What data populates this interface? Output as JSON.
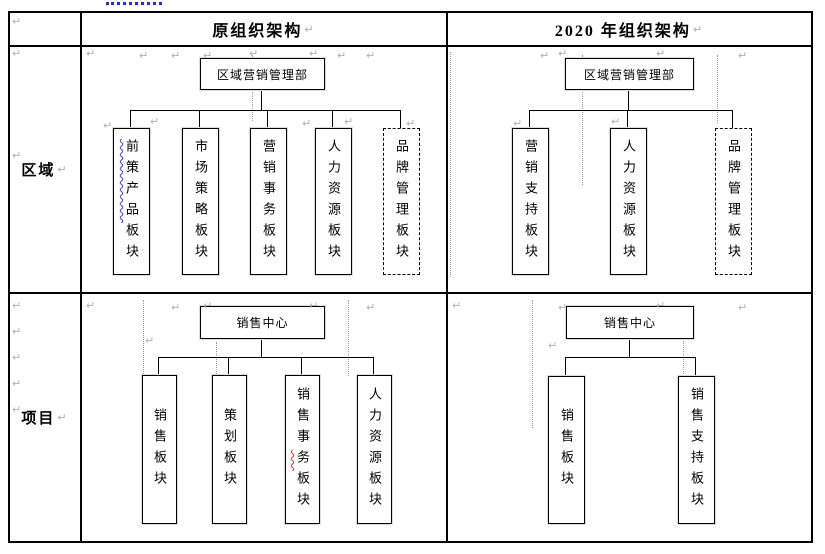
{
  "header": {
    "old_structure": "原组织架构",
    "new_structure": "2020 年组织架构"
  },
  "row_labels": {
    "region": "区域",
    "project": "项目"
  },
  "charts": {
    "region_old": {
      "root": "区域营销管理部",
      "children": [
        {
          "flagged": "前策产品",
          "rest": "板块",
          "spellcheck": "blue-wavy"
        },
        {
          "label": "市场策略板块"
        },
        {
          "label": "营销事务板块"
        },
        {
          "label": "人力资源板块"
        },
        {
          "label": "品牌管理板块",
          "border": "dashed"
        }
      ]
    },
    "region_new": {
      "root": "区域营销管理部",
      "children": [
        {
          "label": "营销支持板块"
        },
        {
          "label": "人力资源板块"
        },
        {
          "label": "品牌管理板块",
          "border": "dashed"
        }
      ]
    },
    "project_old": {
      "root": "销售中心",
      "children": [
        {
          "label": "销售板块"
        },
        {
          "label": "策划板块"
        },
        {
          "pre": "销售事",
          "flagged": "务",
          "rest": "板块",
          "spellcheck": "red-wavy"
        },
        {
          "label": "人力资源板块"
        }
      ]
    },
    "project_new": {
      "root": "销售中心",
      "children": [
        {
          "label": "销售板块"
        },
        {
          "label": "销售支持板块"
        }
      ]
    }
  },
  "marks": {
    "pilcrow": "↵"
  },
  "colors": {
    "hyperlink_dotted_blue": "#2626ee",
    "spellcheck_blue": "#3b3bf0",
    "spellcheck_red": "#e03030",
    "table_border": "#000000"
  }
}
